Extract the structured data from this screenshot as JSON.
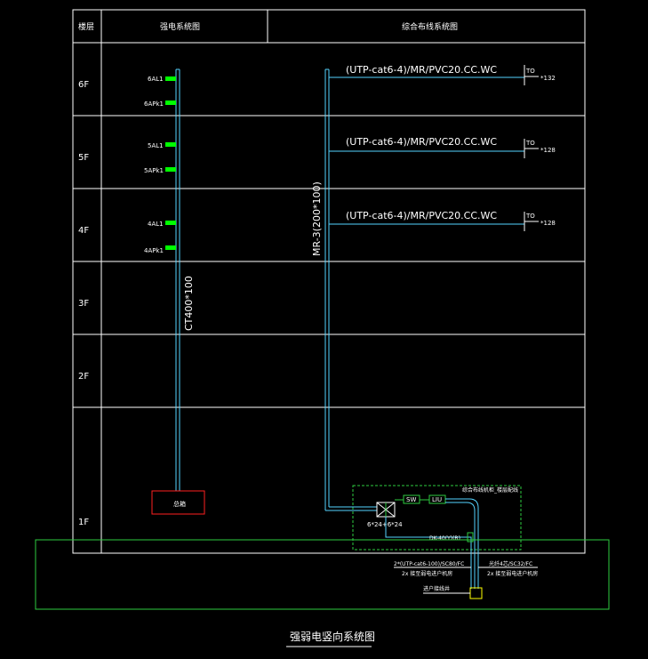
{
  "header": {
    "floor_col": "楼层",
    "power_col": "强电系统图",
    "cabling_col": "综合布线系统图"
  },
  "floors": [
    "6F",
    "5F",
    "4F",
    "3F",
    "2F",
    "1F"
  ],
  "power": {
    "riser_label": "CT400*100",
    "panels": {
      "f6_light": "6AL1",
      "f6_power": "6APk1",
      "f5_light": "5AL1",
      "f5_power": "5APk1",
      "f4_light": "4AL1",
      "f4_power": "4APk1"
    },
    "main_box_label": "总箱"
  },
  "cabling": {
    "riser_label": "MR-3(200*100)",
    "f6_cable": "(UTP-cat6-4)/MR/PVC20.CC.WC",
    "f5_cable": "(UTP-cat6-4)/MR/PVC20.CC.WC",
    "f4_cable": "(UTP-cat6-4)/MR/PVC20.CC.WC",
    "to_label": "TO",
    "f6_count": "*132",
    "f5_count": "*128",
    "f4_count": "*128",
    "room_label": "综合布线机柜_楼层配线",
    "sw_label": "SW",
    "liu_label": "LIU",
    "rack_note": "6*24+6*24",
    "dk_label": "DK-40(Y)(R)",
    "incoming_utp": "2*(UTP-cat6-100)/SC80/FC",
    "incoming_utp_note": "2x 接至弱电进户机房",
    "incoming_fiber": "光纤4芯/SC32/FC",
    "incoming_fiber_note": "2x 接至弱电进户机房",
    "entry_label": "进户接线井"
  },
  "caption": "强弱电竖向系统图",
  "colors": {
    "frame": "#ffffff",
    "riser": "#55d4ff",
    "panel": "#00ff00",
    "outline": "#2ecc40",
    "red": "#ff2020",
    "yellow": "#ffff00"
  }
}
